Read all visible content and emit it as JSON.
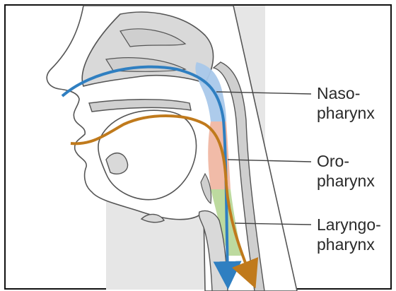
{
  "labels": {
    "naso": {
      "line1": "Naso-",
      "line2": "pharynx"
    },
    "oro": {
      "line1": "Oro-",
      "line2": "pharynx"
    },
    "laryngo": {
      "line1": "Laryngo-",
      "line2": "pharynx"
    }
  },
  "colors": {
    "background_panel": "#e6e6e6",
    "tissue": "#d9d9d9",
    "outline": "#555555",
    "nasopharynx": "#a9c8ea",
    "oropharynx": "#f0b7a3",
    "laryngopharynx": "#b9d89a",
    "air_path": "#2f7fc1",
    "food_path": "#c07a1c"
  },
  "icons": {
    "air_arrow": "arrow-icon",
    "food_arrow": "arrow-icon"
  }
}
